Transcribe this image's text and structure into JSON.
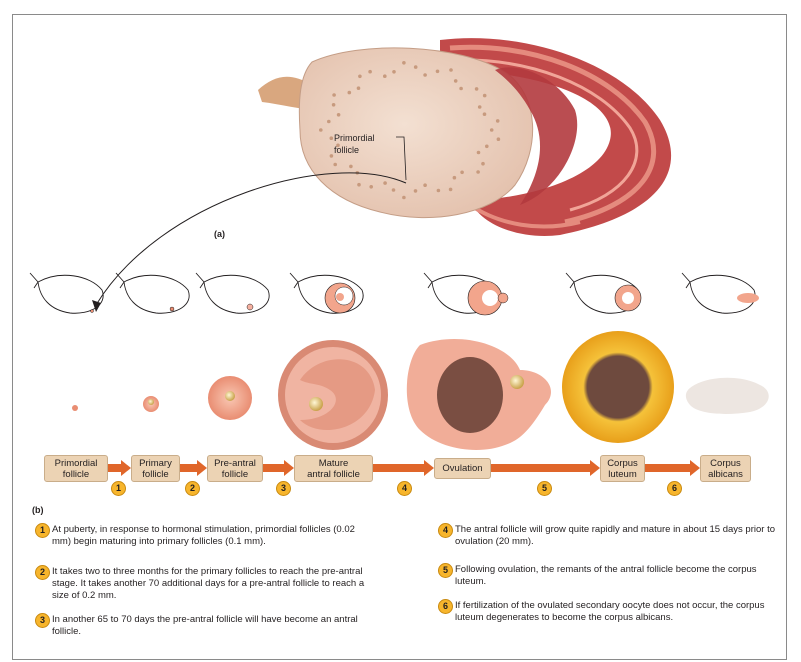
{
  "labels": {
    "part_a": "(a)",
    "part_b": "(b)",
    "primordial_callout": "Primordial follicle"
  },
  "stages": [
    {
      "label": "Primordial\nfollicle"
    },
    {
      "label": "Primary\nfollicle"
    },
    {
      "label": "Pre-antral\nfollicle"
    },
    {
      "label": "Mature\nantral follicle"
    },
    {
      "label": "Ovulation"
    },
    {
      "label": "Corpus\nluteum"
    },
    {
      "label": "Corpus\nalbicans"
    }
  ],
  "step_numbers": [
    "1",
    "2",
    "3",
    "4",
    "5",
    "6"
  ],
  "notes": [
    {
      "num": "1",
      "text": "At puberty, in response to hormonal stimulation, primordial follicles (0.02 mm) begin maturing into primary follicles (0.1 mm)."
    },
    {
      "num": "2",
      "text": "It takes two to three months for the primary follicles to reach the pre-antral stage. It takes another 70 additional days for a pre-antral follicle to reach a size of 0.2 mm."
    },
    {
      "num": "3",
      "text": "In another 65 to 70 days the pre-antral follicle will have become an antral follicle."
    },
    {
      "num": "4",
      "text": "The antral follicle will grow quite rapidly and mature in about 15 days prior to ovulation (20 mm)."
    },
    {
      "num": "5",
      "text": "Following ovulation, the remants of the antral follicle become the corpus luteum."
    },
    {
      "num": "6",
      "text": "If fertilization of the ovulated secondary oocyte does not occur, the corpus luteum degenerates to become the corpus albicans."
    }
  ],
  "colors": {
    "stage_box": "#ecd3b4",
    "arrow": "#e0662a",
    "number_badge": "#f7b52c",
    "ovary": "#efd6c6",
    "follicle": "#f2a58c",
    "corpus_luteum": "#f2b830"
  }
}
